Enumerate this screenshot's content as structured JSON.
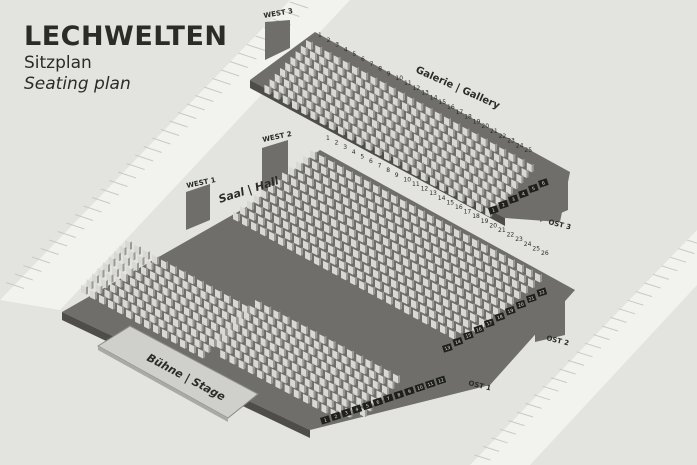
{
  "title": {
    "main": "LECHWELTEN",
    "de": "Sitzplan",
    "en": "Seating plan"
  },
  "labels": {
    "gallery": "Galerie | Gallery",
    "hall": "Saal | Hall",
    "stage": "Bühne | Stage",
    "west1": "WEST 1",
    "west2": "WEST 2",
    "west3": "WEST 3",
    "ost1": "OST 1",
    "ost2": "OST 2",
    "ost3": "OST 3"
  },
  "gallery_row_numbers": [
    "1",
    "2",
    "3",
    "4",
    "5",
    "6",
    "7",
    "8",
    "9",
    "10",
    "11",
    "12",
    "13",
    "14",
    "15",
    "16",
    "17",
    "18",
    "19",
    "20",
    "21",
    "22",
    "23",
    "24",
    "25"
  ],
  "hall_row_numbers": [
    "1",
    "2",
    "3",
    "4",
    "5",
    "6",
    "7",
    "8",
    "9",
    "10",
    "11",
    "12",
    "13",
    "14",
    "15",
    "16",
    "17",
    "18",
    "19",
    "20",
    "21",
    "22",
    "23",
    "24",
    "25",
    "26"
  ],
  "front_box_numbers": [
    "1",
    "2",
    "3",
    "4",
    "5",
    "6",
    "7",
    "8",
    "9",
    "10",
    "11",
    "12"
  ],
  "right_box_numbers": [
    "13",
    "14",
    "15",
    "16",
    "17",
    "18",
    "19",
    "20",
    "21",
    "22"
  ],
  "gallery_box_numbers": [
    "1",
    "2",
    "3",
    "4",
    "5",
    "6"
  ],
  "colors": {
    "background": "#e3e3df",
    "floor": "#6f6e6a",
    "floor_dark": "#5c5b57",
    "seat": "#d8d8d4",
    "seat_shade": "#9b9a96",
    "stage": "#cfcfcb",
    "box": "#1f1f1d",
    "text": "#2b2b28"
  }
}
